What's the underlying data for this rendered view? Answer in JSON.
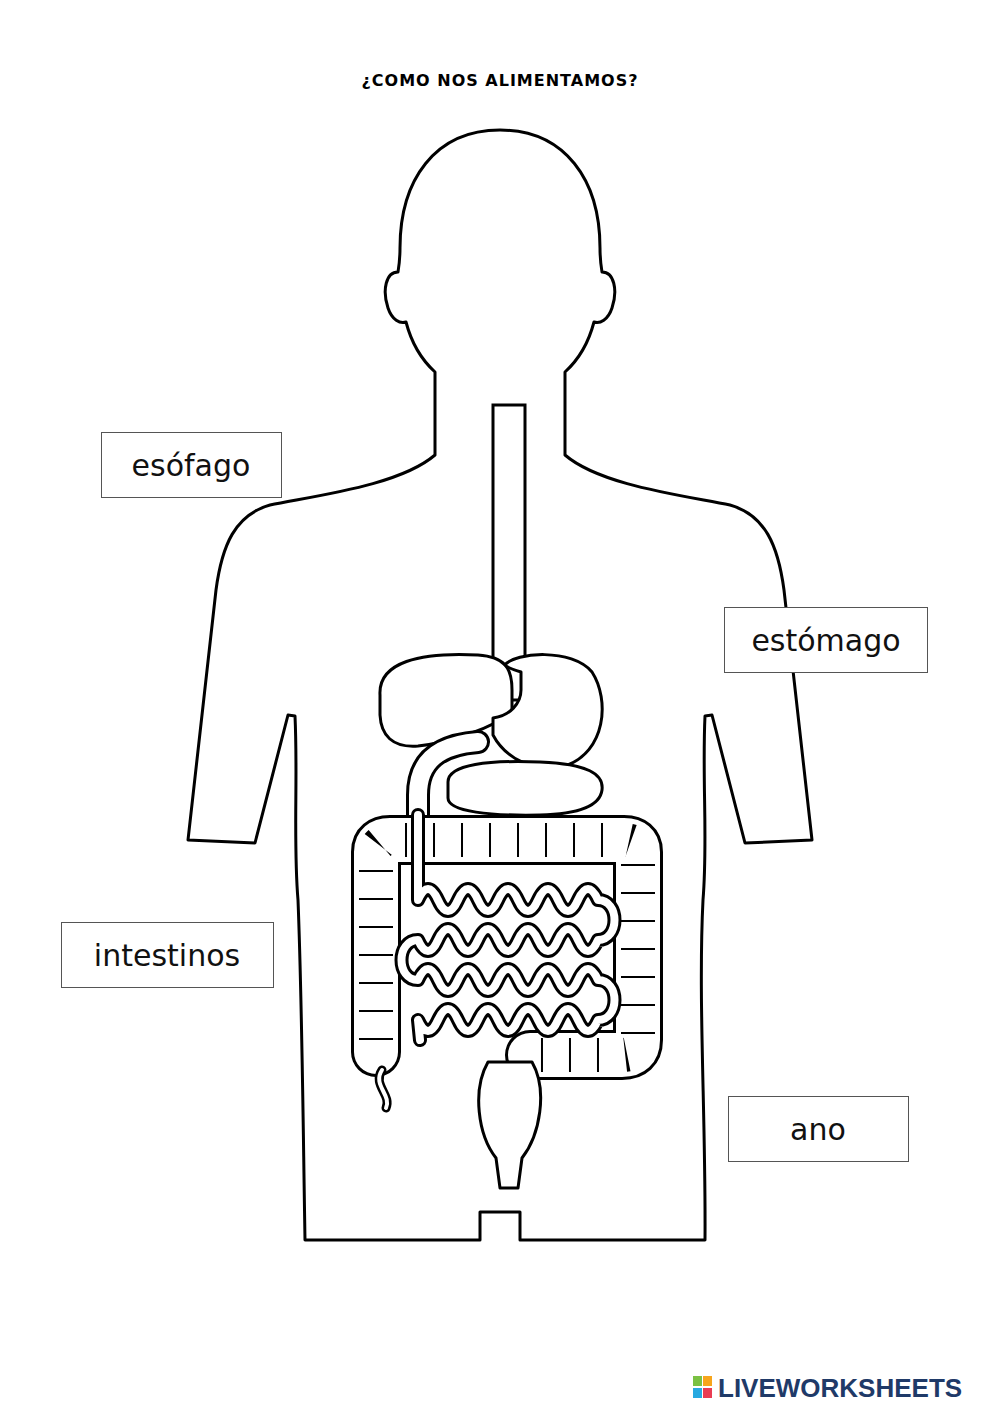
{
  "diagram": {
    "title": "¿COMO NOS ALIMENTAMOS?",
    "nodes": [
      {
        "text": [
          "esófago"
        ]
      },
      {
        "text": [
          "estómago"
        ]
      },
      {
        "text": [
          "intestinos"
        ]
      },
      {
        "text": [
          "ano"
        ]
      }
    ],
    "labels": [
      "LIVEWORKSHEETS"
    ]
  }
}
